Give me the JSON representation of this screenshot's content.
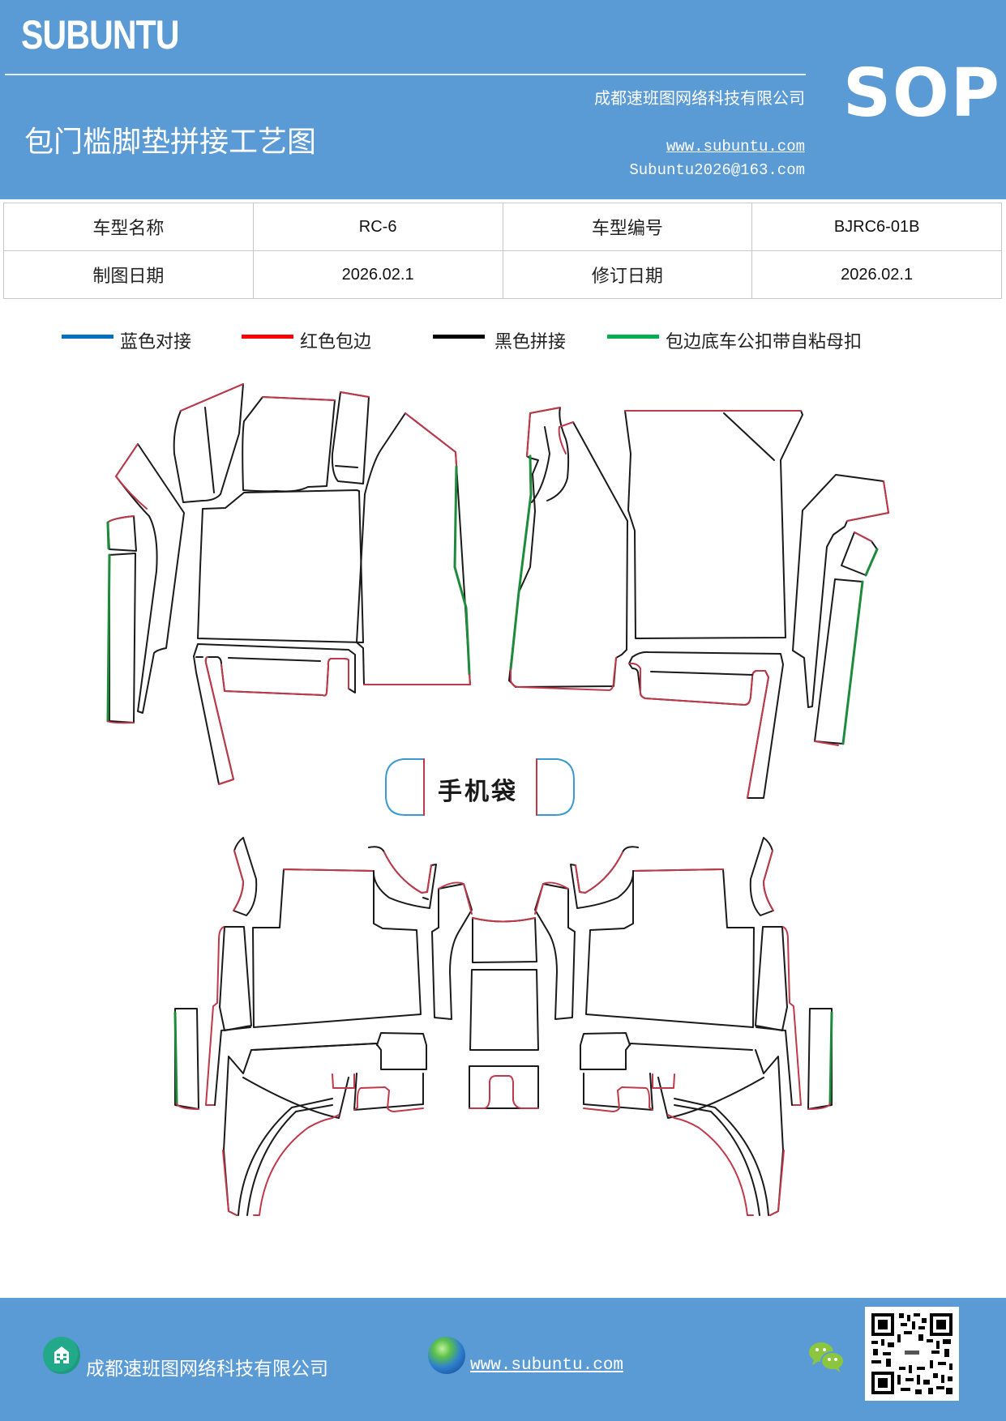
{
  "header": {
    "brand": "SUBUNTU",
    "title": "包门槛脚垫拼接工艺图",
    "company": "成都速班图网络科技有限公司",
    "website": "www.subuntu.com",
    "email": "Subuntu2026@163.com",
    "doc_type": "SOP",
    "background_color": "#5b9bd5"
  },
  "info_table": {
    "rows": [
      [
        {
          "label": "车型名称",
          "value": "RC-6"
        },
        {
          "label": "车型编号",
          "value": "BJRC6-01B"
        }
      ],
      [
        {
          "label": "制图日期",
          "value": "2026.02.1"
        },
        {
          "label": "修订日期",
          "value": "2026.02.1"
        }
      ]
    ]
  },
  "legend": {
    "items": [
      {
        "label": "蓝色对接",
        "color": "#0070c0"
      },
      {
        "label": "红色包边",
        "color": "#ff0000"
      },
      {
        "label": "黑色拼接",
        "color": "#000000"
      },
      {
        "label": "包边底车公扣带自粘母扣",
        "color": "#00b050"
      }
    ]
  },
  "diagram": {
    "phone_bag_label": "手机袋",
    "stroke_colors": {
      "black": "#1a1a1a",
      "red": "#c0394a",
      "green": "#1e8a3c",
      "blue": "#3a9ad0"
    }
  },
  "footer": {
    "company": "成都速班图网络科技有限公司",
    "website": "www.subuntu.com",
    "icons": [
      "building-icon",
      "globe-icon",
      "wechat-icon",
      "qr-code"
    ]
  }
}
